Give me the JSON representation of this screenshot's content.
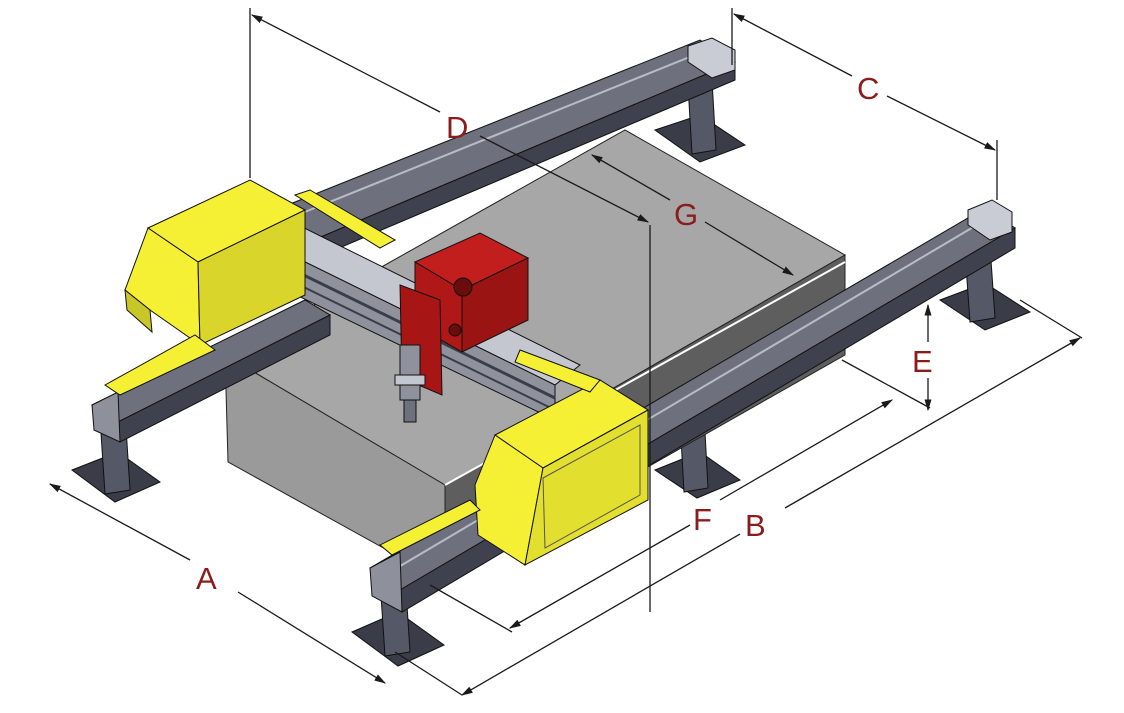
{
  "diagram": {
    "labels": {
      "a": "A",
      "b": "B",
      "c": "C",
      "d": "D",
      "e": "E",
      "f": "F",
      "g": "G"
    },
    "colors": {
      "label": "#8a1c1c",
      "dim_line": "#1a1a1a",
      "frame": "#dcdcdc",
      "rail_dark": "#4c4f5b",
      "table_top": "#a7a7a7",
      "table_side": "#9c9c9c",
      "table_dark": "#5e5e5e",
      "yellow": "#f5f033",
      "yellow_shade": "#c9c628",
      "red": "#b01818",
      "red_dark": "#7a0e0e"
    }
  }
}
